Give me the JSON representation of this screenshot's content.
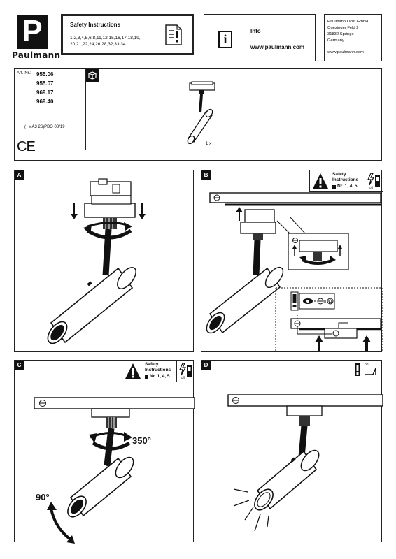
{
  "brand": {
    "name": "Paulmann",
    "logo_letter": "P"
  },
  "safety_box": {
    "title": "Safety  Instructions",
    "line1": "1,2,3,4,5,6,8,11,12,15,16,17,18,19,",
    "line2": "20,21,22,24,26,28,32,33,34"
  },
  "info_box": {
    "title": "Info",
    "url": "www.paulmann.com",
    "icon": "info-icon"
  },
  "address": {
    "line1": "Paulmann Licht GmbH",
    "line2": "Quezinger Feld 2",
    "line3": "31832 Springe",
    "line4": "Germany",
    "web": "www.paulmann.com"
  },
  "article": {
    "label": "Art.-Nr.:",
    "numbers": [
      "955.06",
      "955.07",
      "969.17",
      "969.40"
    ],
    "code": "(+MA3 26)PBO 08/19",
    "ce_mark": "CE",
    "quantity": "1 x",
    "package_icon": "package-icon"
  },
  "panels": {
    "a": {
      "letter": "A"
    },
    "b": {
      "letter": "B",
      "warning_title": "Safety",
      "warning_title2": "Instructions",
      "warning_ref": "Nr. 1, 4, 5",
      "switch_state": "off"
    },
    "c": {
      "letter": "C",
      "warning_title": "Safety",
      "warning_title2": "Instructions",
      "warning_ref": "Nr. 1, 4, 5",
      "switch_state": "off",
      "rotation_label": "350°",
      "tilt_label": "90°"
    },
    "d": {
      "letter": "D",
      "switch_state": "on"
    }
  }
}
